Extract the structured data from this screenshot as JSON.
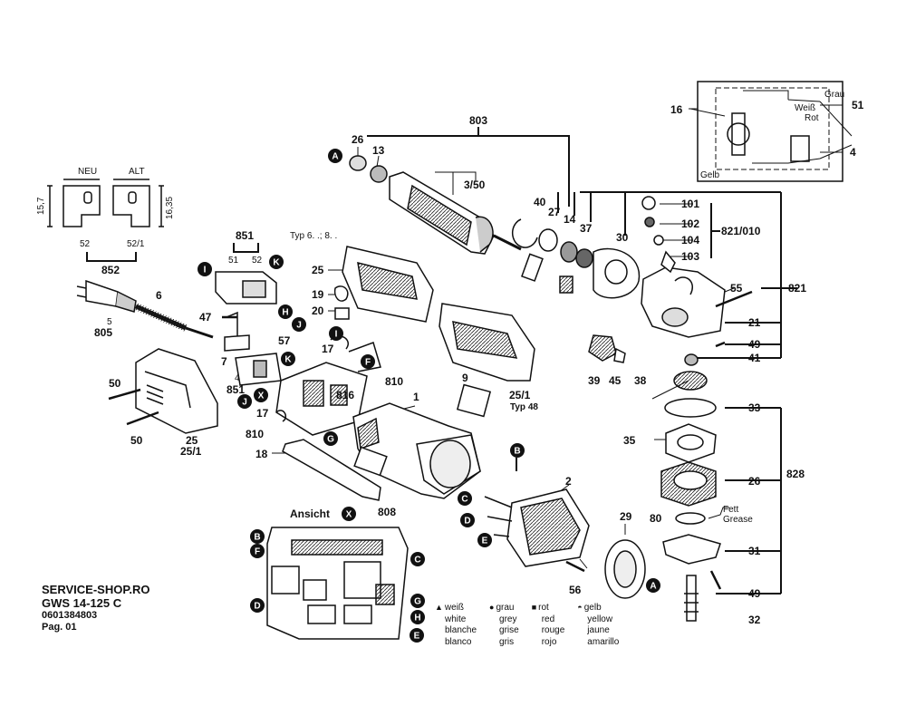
{
  "footer": {
    "shop": "SERVICE-SHOP.RO",
    "model": "GWS 14-125 C",
    "part_number": "0601384803",
    "page": "Pag. 01"
  },
  "view_title": "Ansicht",
  "view_letter": "X",
  "typ_note_1": "Typ 6. .; 8. .",
  "typ_note_2": "Typ 48",
  "wire_labels": {
    "grau": "Grau",
    "weiss": "Weiß",
    "rot": "Rot",
    "gelb": "Gelb"
  },
  "fett": "Fett",
  "grease": "Grease",
  "neu_label": "NEU",
  "alt_label": "ALT",
  "dim_1": "15,7",
  "dim_2": "16,35",
  "legend": [
    {
      "symbol": "▲",
      "symbol_name": "triangle",
      "lines": [
        "weiß",
        "white",
        "blanche",
        "blanco"
      ]
    },
    {
      "symbol": "●",
      "symbol_name": "circle",
      "lines": [
        "grau",
        "grey",
        "grise",
        "gris"
      ]
    },
    {
      "symbol": "■",
      "symbol_name": "square",
      "lines": [
        "rot",
        "red",
        "rouge",
        "rojo"
      ]
    },
    {
      "symbol": "◓",
      "symbol_name": "half-circle",
      "lines": [
        "gelb",
        "yellow",
        "jaune",
        "amarillo"
      ]
    }
  ],
  "parts": [
    "803",
    "26",
    "13",
    "3/50",
    "40",
    "27",
    "14",
    "37",
    "30",
    "101",
    "102",
    "104",
    "103",
    "821/010",
    "55",
    "821",
    "21",
    "49",
    "41",
    "16",
    "51",
    "4",
    "39",
    "45",
    "38",
    "33",
    "35",
    "26",
    "828",
    "80",
    "31",
    "49",
    "32",
    "29",
    "56",
    "2",
    "1",
    "9",
    "25/1",
    "25",
    "19",
    "20",
    "851",
    "51",
    "52",
    "852",
    "52",
    "52/1",
    "5",
    "805",
    "6",
    "47",
    "57",
    "7",
    "4",
    "851",
    "17",
    "810",
    "816",
    "810",
    "17",
    "18",
    "808",
    "50",
    "50",
    "25",
    "25/1"
  ],
  "letters": [
    "A",
    "B",
    "C",
    "D",
    "E",
    "F",
    "G",
    "H",
    "I",
    "J",
    "K",
    "X"
  ]
}
